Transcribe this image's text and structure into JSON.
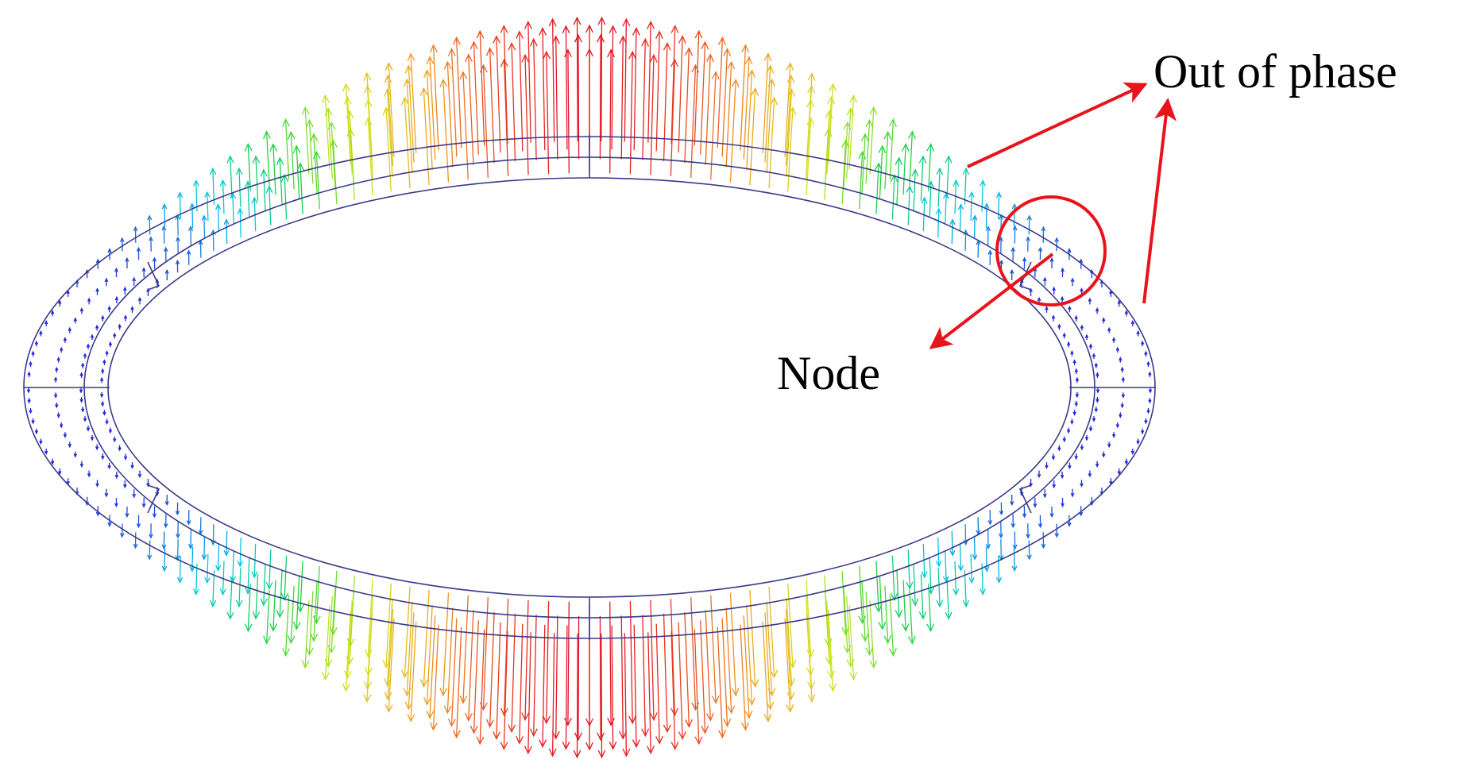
{
  "annotations": {
    "out_of_phase": "Out of phase",
    "node": "Node"
  },
  "colors": {
    "outline": "#3a3a8a",
    "annotation": "#e8141c",
    "colormap": [
      "#2323d9",
      "#00c8e6",
      "#1ed23c",
      "#d2e61e",
      "#f0a01e",
      "#e61423"
    ]
  },
  "icons": {
    "vector": "arrow-glyph",
    "node_marker": "circle"
  }
}
